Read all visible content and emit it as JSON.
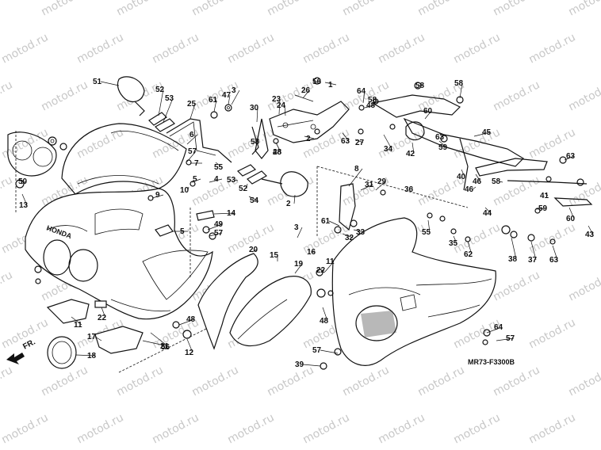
{
  "watermark": "motod.ru",
  "diagram_code": "MR73-F3300B",
  "direction_label": "FR.",
  "brand_text": "HONDA",
  "callouts": [
    "51",
    "52",
    "53",
    "25",
    "61",
    "47",
    "3",
    "30",
    "23",
    "24",
    "26",
    "56",
    "1",
    "64",
    "58",
    "58",
    "58",
    "48",
    "57",
    "7",
    "6",
    "55",
    "4",
    "5",
    "10",
    "9",
    "50",
    "13",
    "5",
    "14",
    "49",
    "57",
    "48",
    "22",
    "11",
    "17",
    "18",
    "12",
    "21",
    "8",
    "31",
    "29",
    "61",
    "32",
    "33",
    "3",
    "20",
    "15",
    "19",
    "16",
    "11",
    "22",
    "48",
    "57",
    "39",
    "58",
    "28",
    "2",
    "54",
    "52",
    "53",
    "55",
    "35",
    "62",
    "38",
    "37",
    "63",
    "36",
    "40",
    "46",
    "46",
    "44",
    "41",
    "59",
    "60",
    "43",
    "63",
    "58",
    "45",
    "42",
    "34",
    "63",
    "60",
    "59",
    "63",
    "27",
    "64",
    "57",
    "48",
    "2",
    "56",
    "8"
  ]
}
